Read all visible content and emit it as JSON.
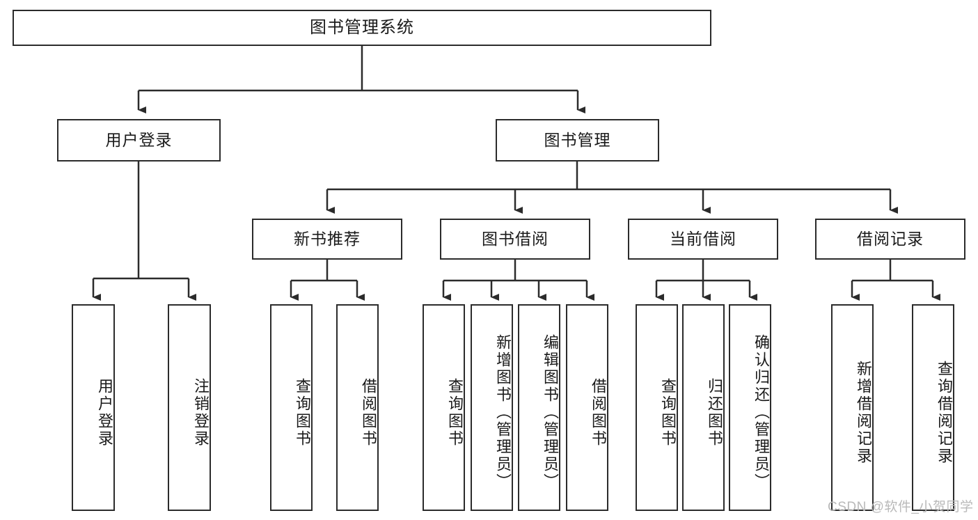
{
  "diagram": {
    "type": "tree-hierarchy-chart",
    "title": "图书管理系统",
    "line_color": "#2b2b2b",
    "box_fill": "#ffffff",
    "text_color": "#1a1a1a",
    "levels": 4,
    "root": {
      "id": "root",
      "label": "图书管理系统",
      "orientation": "horizontal"
    },
    "level2": [
      {
        "id": "user-login",
        "label": "用户登录",
        "orientation": "horizontal"
      },
      {
        "id": "book-manage",
        "label": "图书管理",
        "orientation": "horizontal"
      }
    ],
    "level3": [
      {
        "id": "new-book-recommend",
        "label": "新书推荐",
        "orientation": "horizontal",
        "parent": "book-manage"
      },
      {
        "id": "book-borrow",
        "label": "图书借阅",
        "orientation": "horizontal",
        "parent": "book-manage"
      },
      {
        "id": "current-borrow",
        "label": "当前借阅",
        "orientation": "horizontal",
        "parent": "book-manage"
      },
      {
        "id": "borrow-record",
        "label": "借阅记录",
        "orientation": "horizontal",
        "parent": "book-manage"
      }
    ],
    "leaves": [
      {
        "id": "leaf-user-login",
        "label": "用户登录",
        "orientation": "vertical",
        "parent": "user-login"
      },
      {
        "id": "leaf-user-logout",
        "label": "注销登录",
        "orientation": "vertical",
        "parent": "user-login"
      },
      {
        "id": "leaf-query-book-1",
        "label": "查询图书",
        "orientation": "vertical",
        "parent": "new-book-recommend"
      },
      {
        "id": "leaf-borrow-book-1",
        "label": "借阅图书",
        "orientation": "vertical",
        "parent": "new-book-recommend"
      },
      {
        "id": "leaf-query-book-2",
        "label": "查询图书",
        "orientation": "vertical",
        "parent": "book-borrow"
      },
      {
        "id": "leaf-add-book",
        "label": "新增图书（管理员）",
        "orientation": "vertical",
        "parent": "book-borrow"
      },
      {
        "id": "leaf-edit-book",
        "label": "编辑图书（管理员）",
        "orientation": "vertical",
        "parent": "book-borrow"
      },
      {
        "id": "leaf-borrow-book-2",
        "label": "借阅图书",
        "orientation": "vertical",
        "parent": "book-borrow"
      },
      {
        "id": "leaf-query-book-3",
        "label": "查询图书",
        "orientation": "vertical",
        "parent": "current-borrow"
      },
      {
        "id": "leaf-return-book",
        "label": "归还图书",
        "orientation": "vertical",
        "parent": "current-borrow"
      },
      {
        "id": "leaf-confirm-return",
        "label": "确认归还（管理员）",
        "orientation": "vertical",
        "parent": "current-borrow"
      },
      {
        "id": "leaf-add-record",
        "label": "新增借阅记录",
        "orientation": "vertical",
        "parent": "borrow-record"
      },
      {
        "id": "leaf-query-record",
        "label": "查询借阅记录",
        "orientation": "vertical",
        "parent": "borrow-record"
      }
    ]
  },
  "watermark": {
    "text": "CSDN @软件_小贺同学"
  }
}
